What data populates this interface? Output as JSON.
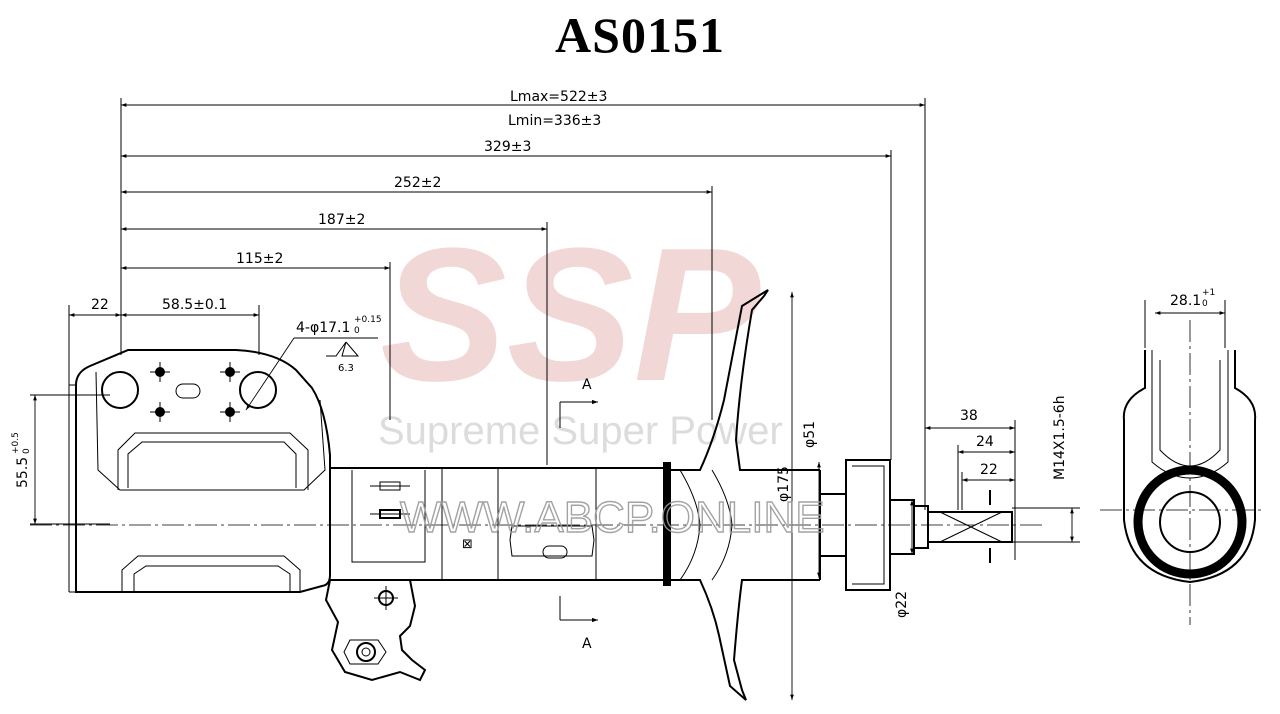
{
  "title": "AS0151",
  "dimensions": {
    "lmax": "Lmax=522±3",
    "lmin": "Lmin=336±3",
    "d329": "329±3",
    "d252": "252±2",
    "d187": "187±2",
    "d115": "115±2",
    "d22_left": "22",
    "d58": "58.5±0.1",
    "d55": "55.5",
    "d55_tol_upper": "+0.5",
    "d55_tol_lower": "0",
    "holes": "4-φ17.1",
    "holes_tol_upper": "+0.15",
    "holes_tol_lower": "0",
    "roughness": "6.3",
    "section_a": "A",
    "phi51": "φ51",
    "phi175": "φ175",
    "phi22": "φ22",
    "d38": "38",
    "d24": "24",
    "d22_right": "22",
    "thread": "M14X1.5-6h",
    "d28": "28.1",
    "d28_tol_upper": "+1",
    "d28_tol_lower": "0"
  },
  "watermarks": {
    "logo": "SSP",
    "tagline": "Supreme Super Power",
    "site": "WWW.ABCP.ONLINE"
  }
}
